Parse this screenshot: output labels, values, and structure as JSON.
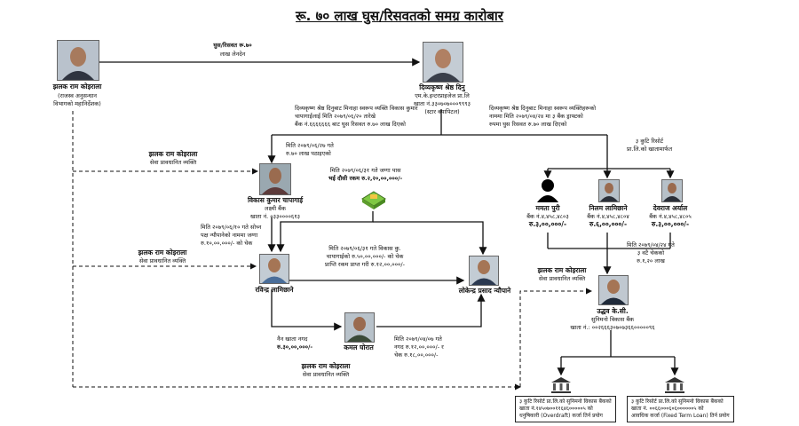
{
  "title": "रू. ७० लाख घुस/रिसवतको समग्र कारोबार",
  "top_link": {
    "line1": "घुस/रिसवत रू.७०",
    "line2": "लाख लेनदेन"
  },
  "people": {
    "jhalak": {
      "name": "झलक राम कोइराला",
      "role": "(राजस्व अनुसन्धान",
      "role2": "विभागको महानिर्देशक)"
    },
    "dibya": {
      "name": "दिव्यकृष्ण श्रेष्ठ दिनु",
      "line1": "एम.के.इन्टरप्राइजेज प्रा.लि",
      "line2": "खाता नं.३३०७०७०००९९९३",
      "line3": "(स्टार क्यापिटल)"
    },
    "vikas": {
      "name": "विकास कुमार चापागाई",
      "line1": "लक्ष्मी बैंक",
      "line2": "खाता नं. ०३३००००६१३"
    },
    "ravindra": {
      "name": "रविन्द्र लामिछाने"
    },
    "lokendra": {
      "name": "लोकेन्द्र प्रसाद न्यौपाने"
    },
    "kamal": {
      "name": "कमल घोरात"
    },
    "mamata": {
      "name": "ममता पुरी",
      "acct": "बैंक नं.४,४५८,४८०३",
      "amount": "रु.३,००,०००/-"
    },
    "nilam": {
      "name": "निलम लामिछाने",
      "acct": "बैंक नं.४,४५८,४८०४",
      "amount": "रु.६,००,०००/-"
    },
    "devraj": {
      "name": "देवराज अर्याल",
      "acct": "बैंक नं.४,४५८,४८०५",
      "amount": "रु.३,००,०००/-"
    },
    "uddhav": {
      "name": "उद्धव के.सी.",
      "line1": "सुनिमनो विकास बैंक",
      "line2": "खाता नं.: ००२६६६३०७०७३६६०००००९६"
    }
  },
  "notes": {
    "dibya_left": [
      "दिव्यकृष्ण श्रेष्ठ दिनुबाट मिनाहा स्वरूप व्यक्ति विकास कुमार",
      "चापागाईलाई मिति २०७९/०६/२० तारेखे",
      "बैंक नं.६६६६६६६ बाट घुस रिसवत रु.७० लाख दिएको"
    ],
    "dibya_right": [
      "दिव्यकृष्ण श्रेष्ठ दिनुबाट मिनाहा स्वरूप व्यक्तिहरूको",
      "नाममा मिति २०७९/०४/२४ मा ३ बैंक ड्राफ्टको",
      "रुपमा घुस रिसवत रु.७० लाख दिएको"
    ],
    "date_vikas": [
      "मिति २०७९/०६/२७ गते",
      "रु.७० लाख पठाइएको"
    ],
    "cash_note": [
      "मिति २०७९/०६/३१ गते जग्गा पास",
      "भई दौसी रकम रु.२,२०,००,०००/-"
    ],
    "bank_draft": [
      "३ कुटि रिसोर्ट",
      "प्रा.लि.को खातामार्फत"
    ],
    "ravindra_in": [
      "मिति २०७९/०६/१० गते सोच्न",
      "पक्ष न्यौपानेको नाममा जग्गा",
      "रु.१०,००,०००/- को चेक"
    ],
    "ravindra_lokendra": [
      "मिति २०७९/०६/३१ गते विकास कु.",
      "चापागाईको रु.५०,००,०००/- को चेक",
      "प्राप्ति रकम प्राप्त गरी रु.१२,००,०००/-"
    ],
    "cash_kamal": [
      "नैन खाता नगद",
      "रु.३०,००,०००/-"
    ],
    "kamal_lokendra": [
      "मिति २०७९/०४/०७ गते",
      "नगद रु.१२,००,०००/- र",
      "चेक रु.१८,००,०००/-"
    ],
    "three_cheque": [
      "मिति २०७९/०४/२४ गते",
      "३ वटै चेकको",
      "रु.१,२० लाख"
    ]
  },
  "jhalak_labels": [
    {
      "name": "झलक राम कोइराला",
      "sub": "सेवा प्रावधानित व्यक्ति"
    },
    {
      "name": "झलक राम कोइराला",
      "sub": "सेवा प्रावधानित व्यक्ति"
    },
    {
      "name": "झलक राम कोइराला",
      "sub": "सेवा प्रावधानित व्यक्ति"
    },
    {
      "name": "झलक राम कोइराला",
      "sub": "सेवा प्रावधानित व्यक्ति"
    }
  ],
  "bank_boxes": [
    [
      "३ कुटि रिसोर्ट प्रा.लि.को सुनिमनो विकास बैंकको",
      "खाता नं.१४५०७००११६४६०००००५ को",
      "धनुषिकारी (Overdraft) कर्जा तिर्न प्रयोग"
    ],
    [
      "३ कुटि रिसोर्ट प्रा.लि.को सुनिमनो विकास बैंकको",
      "खाता नं. ००६६०००६०६००००००५ को",
      "आवधिक कर्जा (Fixed Term Loan) तिर्न प्रयोग"
    ]
  ],
  "colors": {
    "accent_green": "#7fc843",
    "line": "#111111"
  }
}
